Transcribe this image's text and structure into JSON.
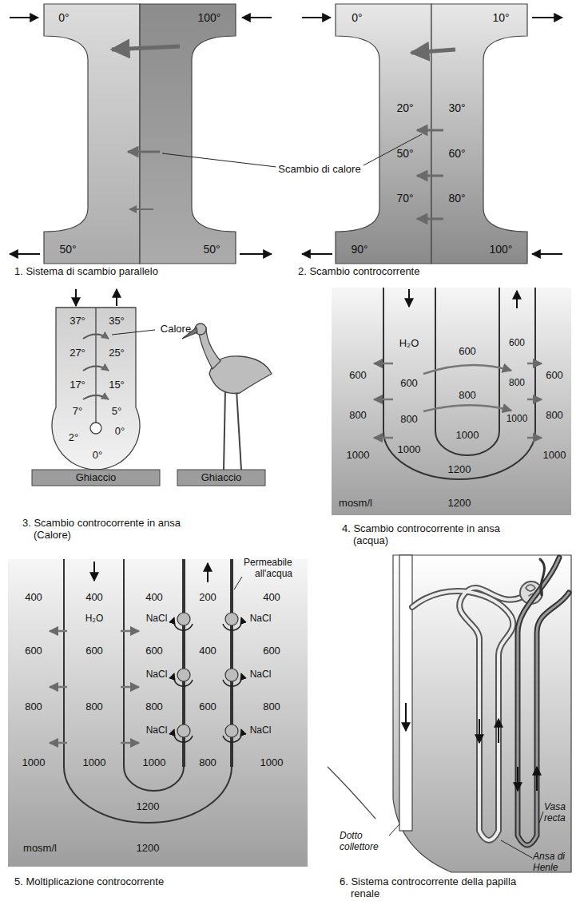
{
  "diagram": {
    "labels": [
      "0°",
      "100°",
      "Scambio di calore",
      "50°",
      "50°",
      "1. Sistema di scambio parallelo",
      "0°",
      "10°",
      "20°",
      "30°",
      "50°",
      "60°",
      "70°",
      "80°",
      "90°",
      "100°",
      "2. Scambio controcorrente",
      "37°",
      "35°",
      "Calore",
      "27°",
      "25°",
      "17°",
      "15°",
      "7°",
      "5°",
      "2°",
      "0°",
      "0°",
      "Ghiaccio",
      "Ghiaccio",
      "3. Scambio controcorrente in ansa (Calore)",
      "600",
      "H₂O",
      "600",
      "600",
      "600",
      "600",
      "800",
      "800",
      "800",
      "800",
      "800",
      "1000",
      "1000",
      "1000",
      "1000",
      "1000",
      "1200",
      "mosm/l",
      "1200",
      "4. Scambio controcorrente in ansa (acqua)",
      "Permeabile all'acqua",
      "400",
      "400",
      "400",
      "200",
      "400",
      "H₂O",
      "NaCl",
      "NaCl",
      "600",
      "600",
      "600",
      "400",
      "600",
      "NaCl",
      "NaCl",
      "800",
      "800",
      "800",
      "600",
      "800",
      "NaCl",
      "NaCl",
      "1000",
      "1000",
      "1000",
      "800",
      "1000",
      "1200",
      "mosm/l",
      "1200",
      "5. Moltiplicazione controcorrente",
      "Vasa recta",
      "Dotto collettore",
      "Ansa di Henle",
      "6. Sistema controcorrente della papilla renale"
    ]
  }
}
